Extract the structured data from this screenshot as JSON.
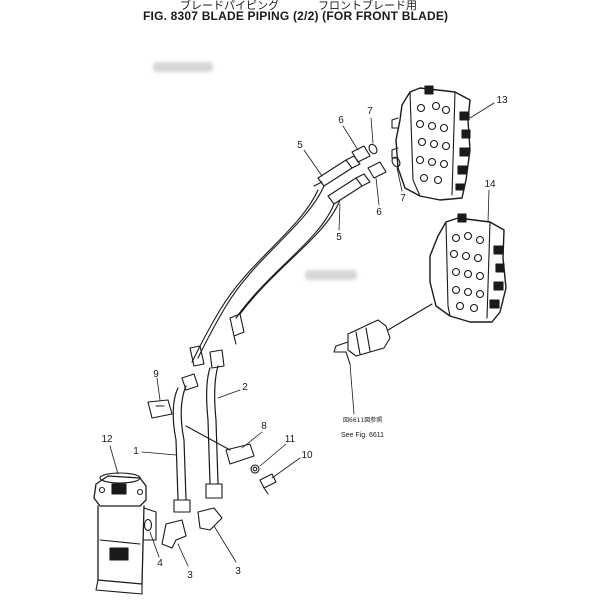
{
  "title": {
    "japanese_left": "ブレードパイピング",
    "japanese_right": "フロントブレード用",
    "main": "FIG. 8307  BLADE PIPING (2/2) (FOR FRONT BLADE)"
  },
  "callouts": [
    "1",
    "2",
    "3",
    "3",
    "4",
    "5",
    "5",
    "6",
    "6",
    "7",
    "7",
    "8",
    "9",
    "10",
    "11",
    "12",
    "13",
    "14"
  ],
  "reference": {
    "japanese": "図6611図参照",
    "english": "See Fig. 6611"
  },
  "colors": {
    "ink": "#1a1a1a",
    "paper": "#ffffff"
  }
}
